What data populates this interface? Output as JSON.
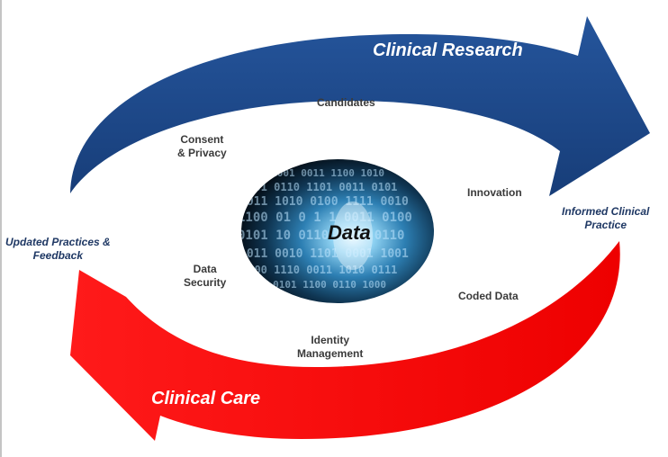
{
  "arrows": {
    "top_label": "Clinical Research",
    "bottom_label": "Clinical Care",
    "top_color": "#1e4a8c",
    "bottom_color": "#ff1111"
  },
  "center": {
    "label": "Data",
    "image": "binary-code-tunnel",
    "color": "#5ab4e6"
  },
  "nodes": {
    "candidates": "Candidates",
    "consent_line1": "Consent",
    "consent_line2": "& Privacy",
    "innovation": "Innovation",
    "security_line1": "Data",
    "security_line2": "Security",
    "coded_data": "Coded Data",
    "identity_line1": "Identity",
    "identity_line2": "Management"
  },
  "side_labels": {
    "right_line1": "Informed Clinical",
    "right_line2": "Practice",
    "left_line1": "Updated Practices &",
    "left_line2": "Feedback"
  }
}
